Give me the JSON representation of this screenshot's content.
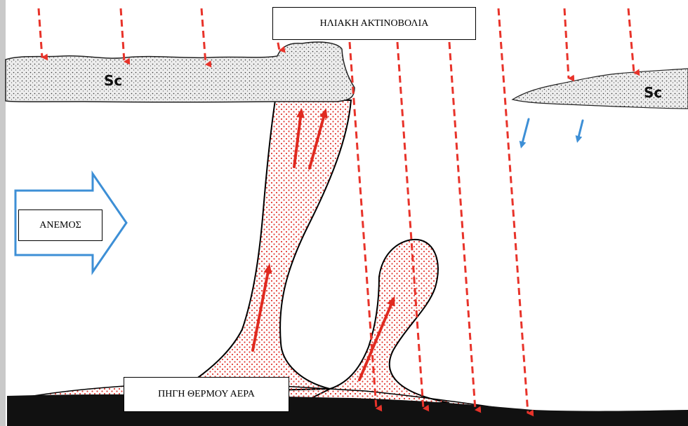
{
  "labels": {
    "solar_radiation": "ΗΛΙΑΚΗ ΑΚΤΙΝΟΒΟΛΙΑ",
    "wind": "ΑΝΕΜΟΣ",
    "warm_air_source": "ΠΗΓΗ ΘΕΡΜΟΥ ΑΕΡΑ",
    "cloud_left": "Sc",
    "cloud_right": "Sc"
  },
  "colors": {
    "radiation_arrows": "#e8332a",
    "thermal_fill_dots": "#e23c35",
    "updraft_arrows": "#e02a20",
    "wind_arrow_outline": "#3d8fd6",
    "downdraft_arrows": "#3d8fd6",
    "ground": "#111111",
    "cloud_fill": "#ededed"
  },
  "icons": {
    "wind_arrow": "hollow-right-arrow",
    "updraft": "red-solid-arrow",
    "downdraft": "blue-small-arrow",
    "radiation": "red-dashed-down-arrow"
  }
}
